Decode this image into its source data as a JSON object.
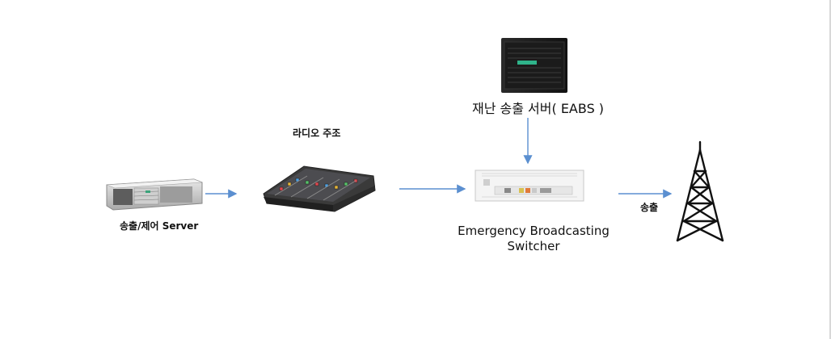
{
  "nodes": {
    "server_label": "송출/제어 Server",
    "radio_label": "라디오 주조",
    "eabs_label": "재난 송출 서버( EABS )",
    "switcher_label_line1": "Emergency Broadcasting",
    "switcher_label_line2": "Switcher",
    "output_label": "송출"
  },
  "icons": {
    "server": "rack-server-icon",
    "console": "audio-mixing-console-icon",
    "eabs": "tower-server-icon",
    "switcher": "rack-switcher-icon",
    "antenna": "transmission-tower-icon"
  },
  "colors": {
    "arrow": "#5b8fd0",
    "text": "#111111"
  }
}
